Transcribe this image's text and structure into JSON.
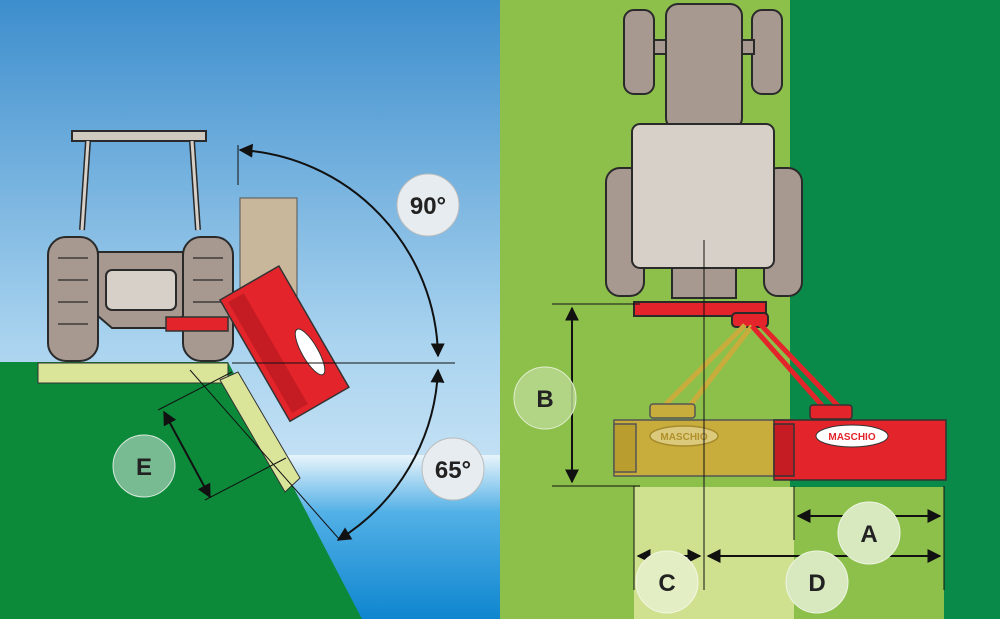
{
  "diagram": {
    "angles": {
      "up": "90°",
      "down": "65°"
    },
    "dimensions": {
      "a": "A",
      "b": "B",
      "c": "C",
      "d": "D",
      "e": "E"
    },
    "brand": "MASCHIO"
  },
  "colors": {
    "sky_top": "#3d8ecd",
    "sky_bottom": "#ddeef9",
    "water": "#1d8fd2",
    "embankment": "#0c8a3a",
    "field_light": "#8dc04a",
    "field_dark": "#0a8a48",
    "mower_red": "#e4242b",
    "mower_ghost": "#c8ad3c",
    "tractor_body": "#a89990",
    "tractor_cab": "#d6d0c8",
    "label_circle": "#e6ecef"
  }
}
